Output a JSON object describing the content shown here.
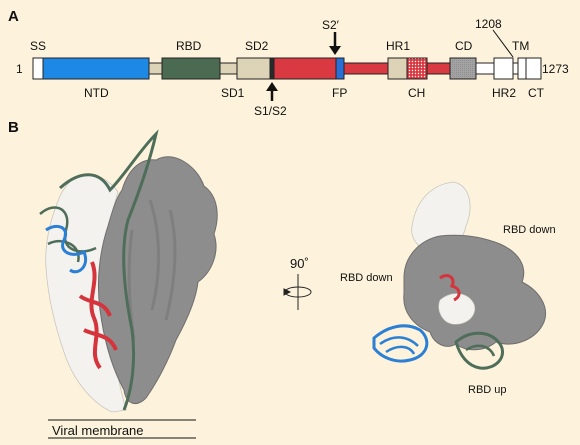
{
  "panel_a": {
    "label": "A",
    "start": "1",
    "end": "1273",
    "residue_1208": "1208",
    "top_labels": {
      "ss": "SS",
      "rbd": "RBD",
      "sd2": "SD2",
      "s2p": "S2′",
      "hr1": "HR1",
      "cd": "CD",
      "tm": "TM"
    },
    "bottom_labels": {
      "ntd": "NTD",
      "sd1": "SD1",
      "s1s2": "S1/S2",
      "fp": "FP",
      "ch": "CH",
      "hr2": "HR2",
      "ct": "CT"
    },
    "colors": {
      "ntd": "#1e88e5",
      "rbd": "#4a6b52",
      "sd": "#ddd3b6",
      "s2": "#d93a42",
      "fp": "#2a6fd6",
      "cd": "#a3a3a3",
      "plain": "#ffffff"
    }
  },
  "panel_b": {
    "label": "B",
    "membrane_label": "Viral membrane",
    "rotation_label": "90˚",
    "rbd_down_1": "RBD down",
    "rbd_down_2": "RBD down",
    "rbd_up": "RBD up",
    "colors": {
      "density": "#8d8d8d",
      "ribbon_dark": "#4f6e5a",
      "ribbon_blue": "#2b7fd4",
      "ribbon_red": "#d6343c",
      "ribbon_white": "#f4f2ee"
    }
  }
}
